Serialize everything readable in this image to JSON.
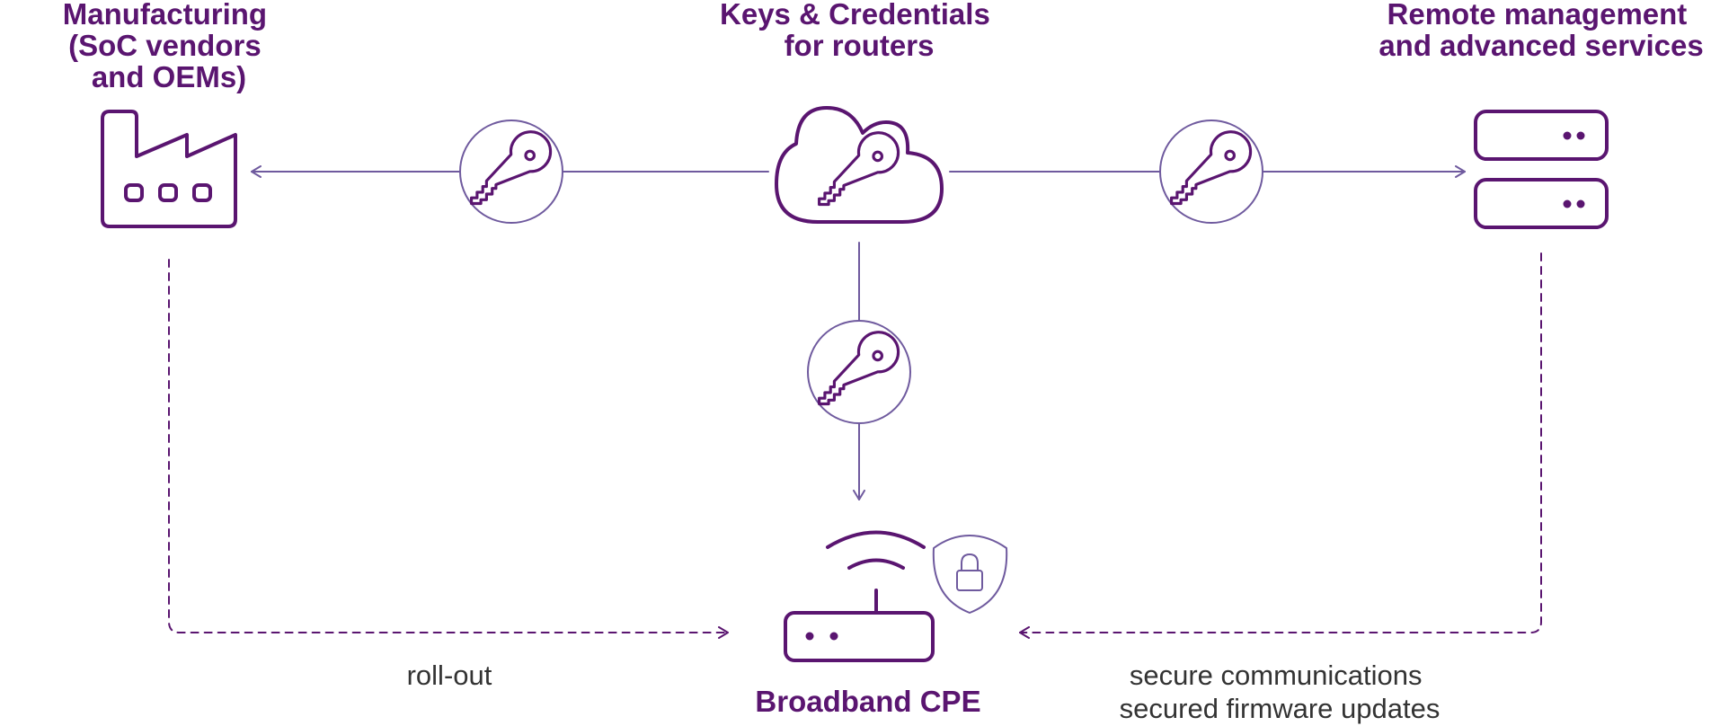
{
  "colors": {
    "primary": "#5a1570",
    "connector": "#6f5a9e",
    "note_text": "#333333"
  },
  "nodes": {
    "manufacturing": {
      "title_lines": [
        "Manufacturing",
        "(SoC vendors",
        "and OEMs)"
      ],
      "icon": "factory-icon"
    },
    "keys": {
      "title_lines": [
        "Keys & Credentials",
        "for routers"
      ],
      "icon": "cloud-key-icon"
    },
    "remote": {
      "title_lines": [
        "Remote management",
        "and advanced services"
      ],
      "icon": "server-icon"
    },
    "cpe": {
      "title": "Broadband CPE",
      "icon": "router-icon",
      "badge_icon": "shield-lock-icon"
    }
  },
  "key_badges": [
    "key-icon",
    "key-icon",
    "key-icon"
  ],
  "notes": {
    "rollout": "roll-out",
    "secure_lines": [
      "secure communications",
      "secured firmware updates"
    ]
  }
}
